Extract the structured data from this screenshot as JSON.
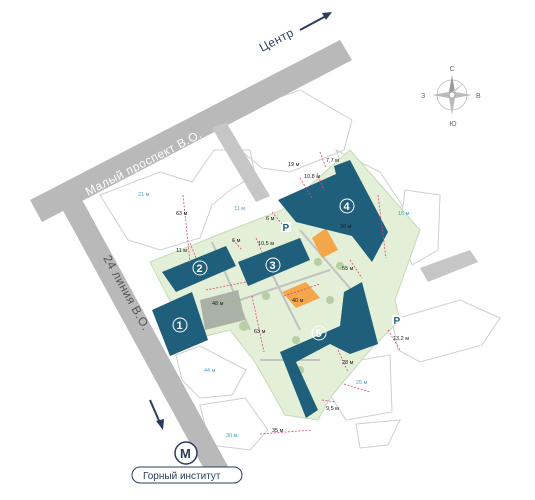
{
  "streets": {
    "maly_prospekt": "Малый проспект В.О.",
    "liniya_24": "24 линия В.О.",
    "centr": "Центр"
  },
  "compass": {
    "north": "С",
    "south": "Ю",
    "east": "В",
    "west": "З"
  },
  "metro": {
    "letter": "М",
    "name": "Горный институт"
  },
  "parking": {
    "p1": "P",
    "p2": "P"
  },
  "buildings": [
    "1",
    "2",
    "3",
    "4",
    "5"
  ],
  "distances": {
    "d63a": "63 м",
    "d21": "21 м",
    "d11a": "11 м",
    "d11b": "11 м",
    "d6a": "6 м",
    "d6b": "6 м",
    "d105": "10,5 м",
    "d19": "19 м",
    "d77": "7,7 м",
    "d108": "10,8 м",
    "d36": "36 м",
    "d15": "15 м",
    "d48": "48 м",
    "d40": "40 м",
    "d55": "55 м",
    "d63b": "63 м",
    "d132": "13,2 м",
    "d44": "44 м",
    "d28": "28 м",
    "d25": "25 м",
    "d95": "9,5 м",
    "d30": "30 м",
    "d35": "35 м"
  },
  "colors": {
    "road": "#b9b9b9",
    "building": "#1f5f7b",
    "territory": "#e3efd6",
    "playground": "#f3a64a",
    "dimension": "#e0457b",
    "neighbor_outline": "#c9c9c9"
  }
}
